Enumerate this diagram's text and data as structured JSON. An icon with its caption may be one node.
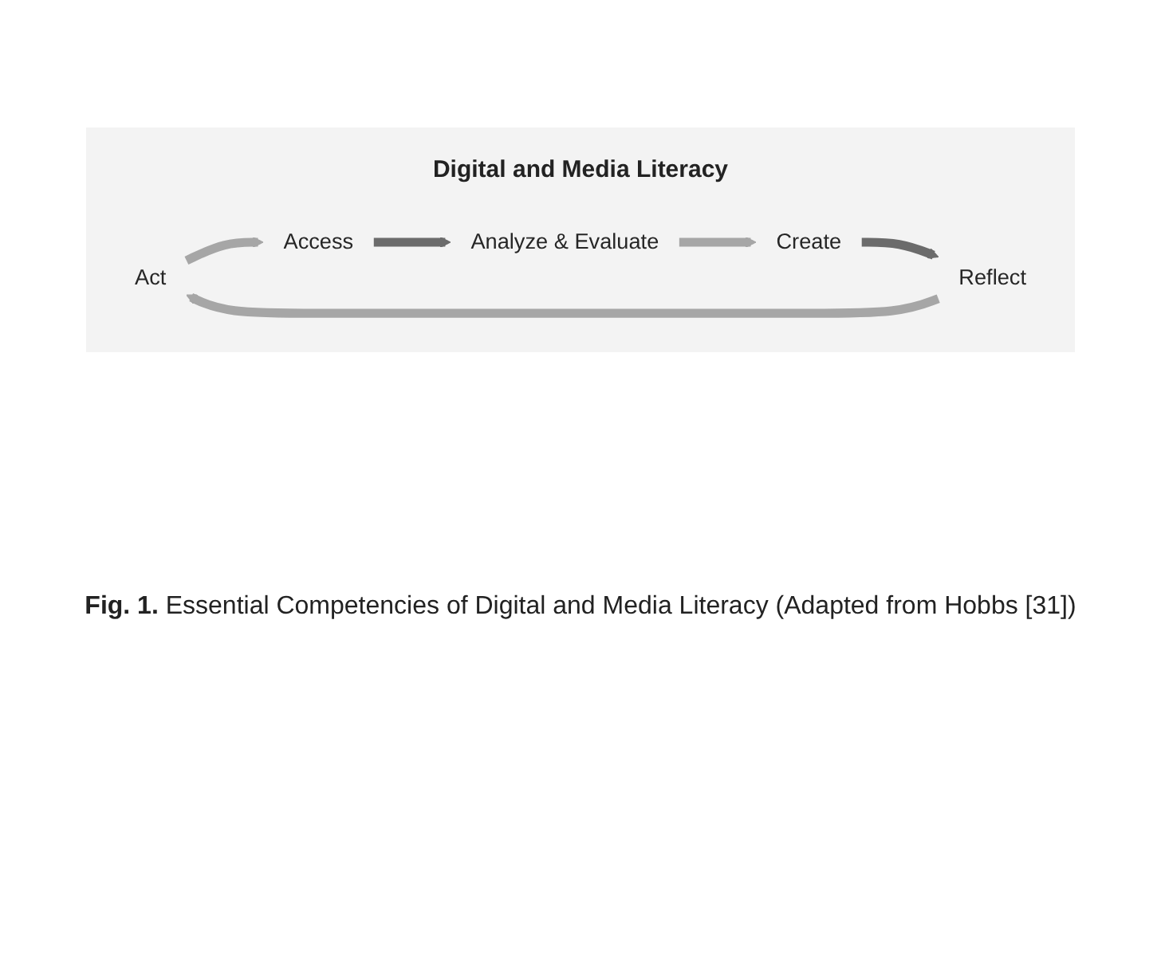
{
  "diagram": {
    "caption": "**Fig. 1.** Essential Competencies of Digital and Media Literacy (Adapted from Hobbs [31])",
    "nodes": [
      {
        "text": [
          "Act"
        ]
      },
      {
        "text": [
          "Access"
        ]
      },
      {
        "text": [
          "Analyze & Evaluate"
        ]
      },
      {
        "text": [
          "Create"
        ]
      },
      {
        "text": [
          "Reflect"
        ]
      }
    ],
    "edges": [
      {
        "from": 0,
        "to": 1,
        "arrow": "to"
      },
      {
        "from": 1,
        "to": 2,
        "arrow": "to",
        "color": "#6b6b6b"
      },
      {
        "from": 2,
        "to": 3,
        "arrow": "to"
      },
      {
        "from": 3,
        "to": 4,
        "arrow": "to",
        "color": "#6b6b6b"
      },
      {
        "from": 4,
        "to": 0,
        "arrow": "to"
      }
    ],
    "labels": [
      "Digital and Media Literacy"
    ]
  }
}
